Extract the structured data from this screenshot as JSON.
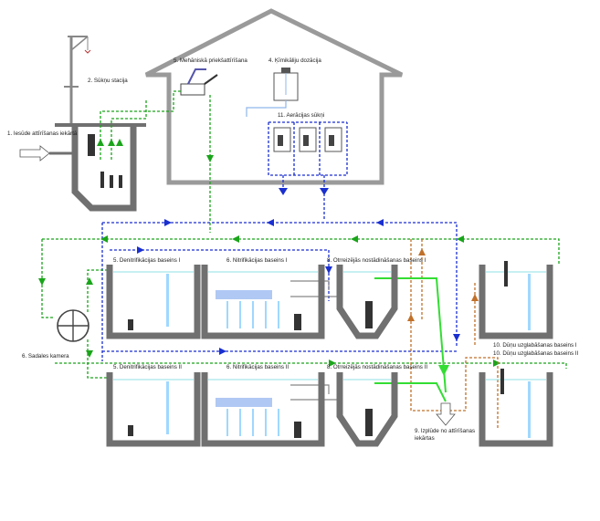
{
  "labels": {
    "inlet": "1. Iesūde attīrīšanas iekārtā",
    "pump_station": "2. Sūkņu stacija",
    "mechanical": "5. Mehāniskā priekšattīrīšana",
    "chem_dosing": "4. Ķīmikāliju dozācija",
    "aeration_blowers": "11. Aerācijas sūkņi",
    "distribution": "6. Sadales kamera",
    "denit_1": "5. Denitrifikācijas baseins I",
    "nitr_1": "6. Nitrifikācijas baseins I",
    "settle_1": "8. Otrreizējās nostādināšanas baseins I",
    "denit_2": "5. Denitrifikācijas baseins II",
    "nitr_2": "6. Nitrifikācijas baseins II",
    "settle_2": "8. Otrreizējās nostādināšanas baseins II",
    "sludge_1": "10. Dūņu uzglabāšanas baseins I",
    "sludge_2": "10. Dūņu uzglabāšanas baseins II",
    "outlet_line1": "9. Izplūde no attīrīšanas",
    "outlet_line2": "iekārtas"
  },
  "colors": {
    "blue_line": "#1a2fd0",
    "green_line": "#1aa51a",
    "brown_line": "#c0702a",
    "treated_water": "#33dd33",
    "walls": "#707070",
    "building": "#9a9a9a"
  }
}
